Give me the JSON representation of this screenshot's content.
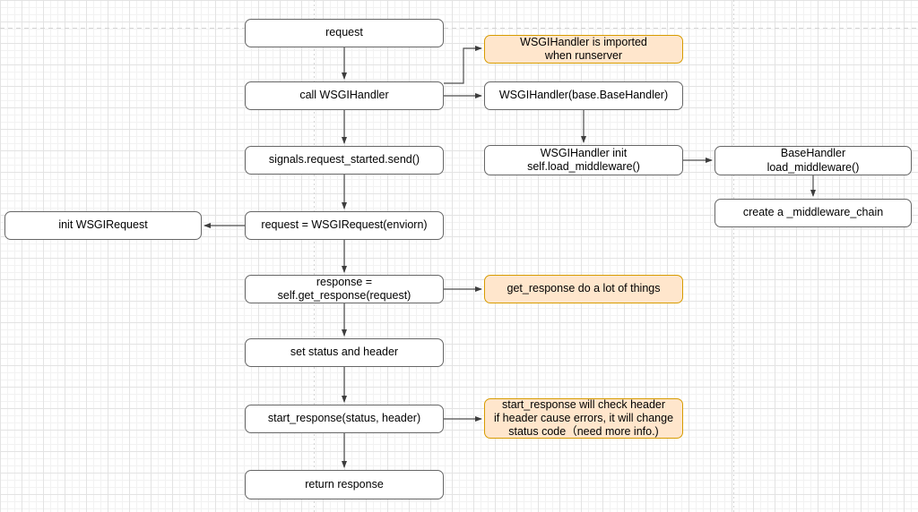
{
  "diagram": {
    "type": "flowchart",
    "colors": {
      "node_fill": "#ffffff",
      "node_border": "#666666",
      "note_fill": "#ffe6cc",
      "note_border": "#d79b00",
      "arrow": "#4d4d4d",
      "grid_minor": "#f2f2f2",
      "grid_major": "#e3e3e3",
      "guide": "#d4d4d4",
      "text": "#000000",
      "bg": "#ffffff"
    },
    "nodes": [
      {
        "id": "request",
        "kind": "process",
        "label": "request"
      },
      {
        "id": "call-wsgihandler",
        "kind": "process",
        "label": "call WSGIHandler"
      },
      {
        "id": "signals-request-started",
        "kind": "process",
        "label": "signals.request_started.send()"
      },
      {
        "id": "wsgirequest-assign",
        "kind": "process",
        "label": "request = WSGIRequest(enviorn)"
      },
      {
        "id": "get-response-assign",
        "kind": "process",
        "label": "response = self.get_response(request)"
      },
      {
        "id": "set-status-header",
        "kind": "process",
        "label": "set status and header"
      },
      {
        "id": "start-response-call",
        "kind": "process",
        "label": "start_response(status, header)"
      },
      {
        "id": "return-response",
        "kind": "process",
        "label": "return response"
      },
      {
        "id": "init-wsgirequest",
        "kind": "process",
        "label": "init WSGIRequest"
      },
      {
        "id": "note-wsgihandler-imported",
        "kind": "note",
        "label": "WSGIHandler is imported\nwhen runserver"
      },
      {
        "id": "wsgihandler-base",
        "kind": "process",
        "label": "WSGIHandler(base.BaseHandler)"
      },
      {
        "id": "wsgihandler-init",
        "kind": "process",
        "label": "WSGIHandler init\nself.load_middleware()"
      },
      {
        "id": "note-get-response",
        "kind": "note",
        "label": "get_response do a lot of things"
      },
      {
        "id": "note-start-response",
        "kind": "note",
        "label": "start_response will check header\nif header cause errors, it will change\nstatus code（need more info.)"
      },
      {
        "id": "basehandler-load-middleware",
        "kind": "process",
        "label": "BaseHandler\nload_middleware()"
      },
      {
        "id": "create-middleware-chain",
        "kind": "process",
        "label": "create a _middleware_chain"
      }
    ],
    "edges": [
      {
        "from": "request",
        "to": "call-wsgihandler"
      },
      {
        "from": "call-wsgihandler",
        "to": "signals-request-started"
      },
      {
        "from": "signals-request-started",
        "to": "wsgirequest-assign"
      },
      {
        "from": "wsgirequest-assign",
        "to": "get-response-assign"
      },
      {
        "from": "get-response-assign",
        "to": "set-status-header"
      },
      {
        "from": "set-status-header",
        "to": "start-response-call"
      },
      {
        "from": "start-response-call",
        "to": "return-response"
      },
      {
        "from": "call-wsgihandler",
        "to": "note-wsgihandler-imported"
      },
      {
        "from": "call-wsgihandler",
        "to": "wsgihandler-base"
      },
      {
        "from": "wsgihandler-base",
        "to": "wsgihandler-init"
      },
      {
        "from": "wsgihandler-init",
        "to": "basehandler-load-middleware"
      },
      {
        "from": "basehandler-load-middleware",
        "to": "create-middleware-chain"
      },
      {
        "from": "wsgirequest-assign",
        "to": "init-wsgirequest"
      },
      {
        "from": "get-response-assign",
        "to": "note-get-response"
      },
      {
        "from": "start-response-call",
        "to": "note-start-response"
      }
    ]
  }
}
